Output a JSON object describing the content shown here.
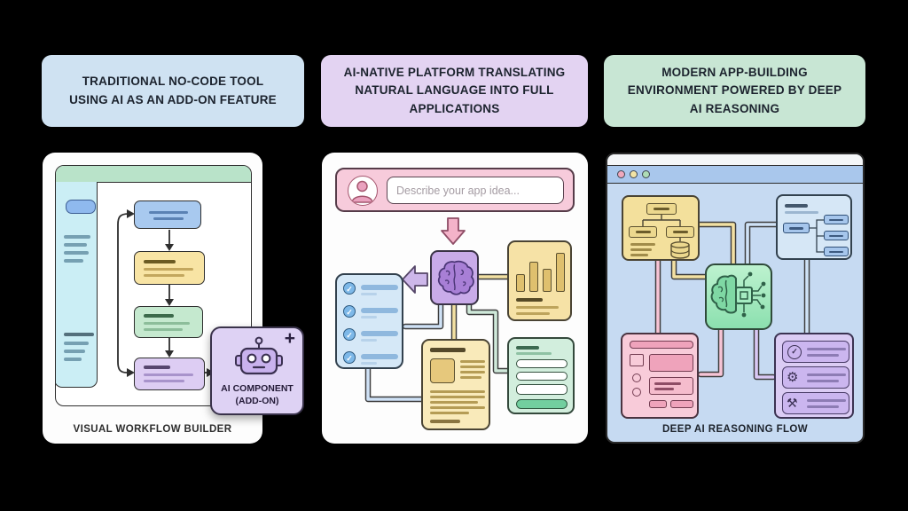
{
  "headers": [
    {
      "label": "TRADITIONAL NO-CODE TOOL USING AI AS AN ADD-ON FEATURE",
      "bg": "#cfe2f2"
    },
    {
      "label": "AI-NATIVE PLATFORM TRANSLATING NATURAL LANGUAGE INTO FULL APPLICATIONS",
      "bg": "#e3d3f2"
    },
    {
      "label": "MODERN APP-BUILDING ENVIRONMENT POWERED BY DEEP AI REASONING",
      "bg": "#c8e6d4"
    }
  ],
  "left_panel": {
    "caption": "VISUAL WORKFLOW BUILDER",
    "ai_card": {
      "title": "AI COMPONENT",
      "subtitle": "(ADD-ON)",
      "plus": "+"
    }
  },
  "middle_panel": {
    "input_placeholder": "Describe your app idea...",
    "check_glyph": "✓"
  },
  "right_panel": {
    "caption": "DEEP AI REASONING FLOW",
    "task_rows": [
      {
        "icon": "✓"
      },
      {
        "icon": "⚙"
      },
      {
        "icon": "⚒"
      }
    ]
  },
  "colors": {
    "background": "#000000",
    "header_blue": "#cfe2f2",
    "header_purple": "#e3d3f2",
    "header_green": "#c8e6d4",
    "accent_pink": "#f7cbdb",
    "accent_purple_brain": "#c9abe9",
    "accent_green_chip": "#a5ecc2"
  }
}
